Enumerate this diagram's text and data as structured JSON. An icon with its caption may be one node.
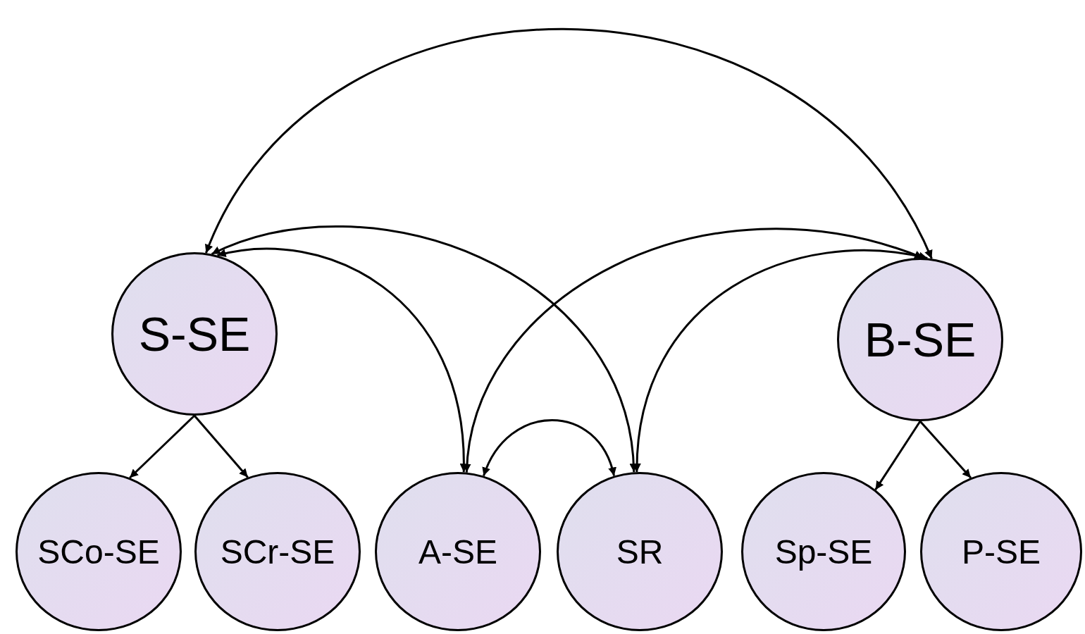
{
  "diagram": {
    "nodes": [
      {
        "text": [
          "S-SE"
        ]
      },
      {
        "text": [
          "B-SE"
        ]
      },
      {
        "text": [
          "SCo-SE"
        ]
      },
      {
        "text": [
          "SCr-SE"
        ]
      },
      {
        "text": [
          "A-SE"
        ]
      },
      {
        "text": [
          "SR"
        ]
      },
      {
        "text": [
          "Sp-SE"
        ]
      },
      {
        "text": [
          "P-SE"
        ]
      }
    ],
    "edges": [
      {
        "from": 0,
        "to": 1,
        "arrow": "both"
      },
      {
        "from": 0,
        "to": 4,
        "arrow": "both"
      },
      {
        "from": 0,
        "to": 5,
        "arrow": "both"
      },
      {
        "from": 1,
        "to": 4,
        "arrow": "both"
      },
      {
        "from": 1,
        "to": 5,
        "arrow": "both"
      },
      {
        "from": 4,
        "to": 5,
        "arrow": "both"
      },
      {
        "from": 0,
        "to": 2,
        "arrow": "to"
      },
      {
        "from": 0,
        "to": 3,
        "arrow": "to"
      },
      {
        "from": 1,
        "to": 6,
        "arrow": "to"
      },
      {
        "from": 1,
        "to": 7,
        "arrow": "to"
      }
    ]
  }
}
